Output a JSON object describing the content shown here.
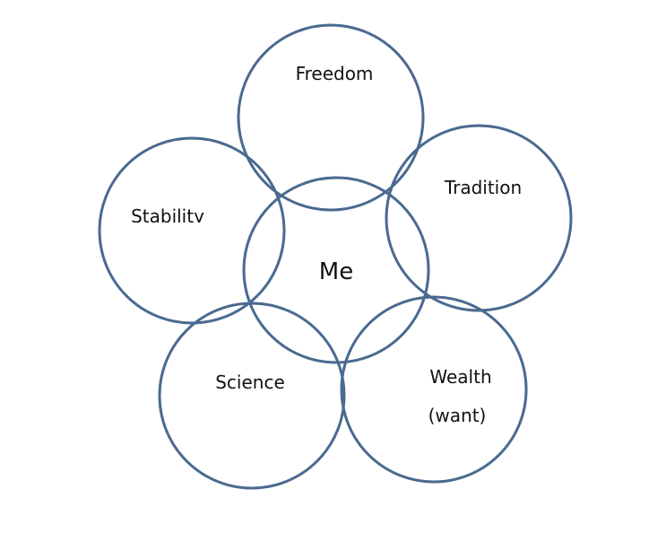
{
  "diagram": {
    "center": {
      "label": "Me"
    },
    "circles": [
      {
        "id": "freedom",
        "label": "Freedom"
      },
      {
        "id": "tradition",
        "label": "Tradition"
      },
      {
        "id": "stability",
        "label": "Stability"
      },
      {
        "id": "science",
        "label": "Science"
      },
      {
        "id": "wealth",
        "label": "Wealth",
        "sublabel": "(want)"
      }
    ],
    "colors": {
      "stroke": "#4a6a90",
      "text": "#111111",
      "background": "#ffffff"
    }
  }
}
